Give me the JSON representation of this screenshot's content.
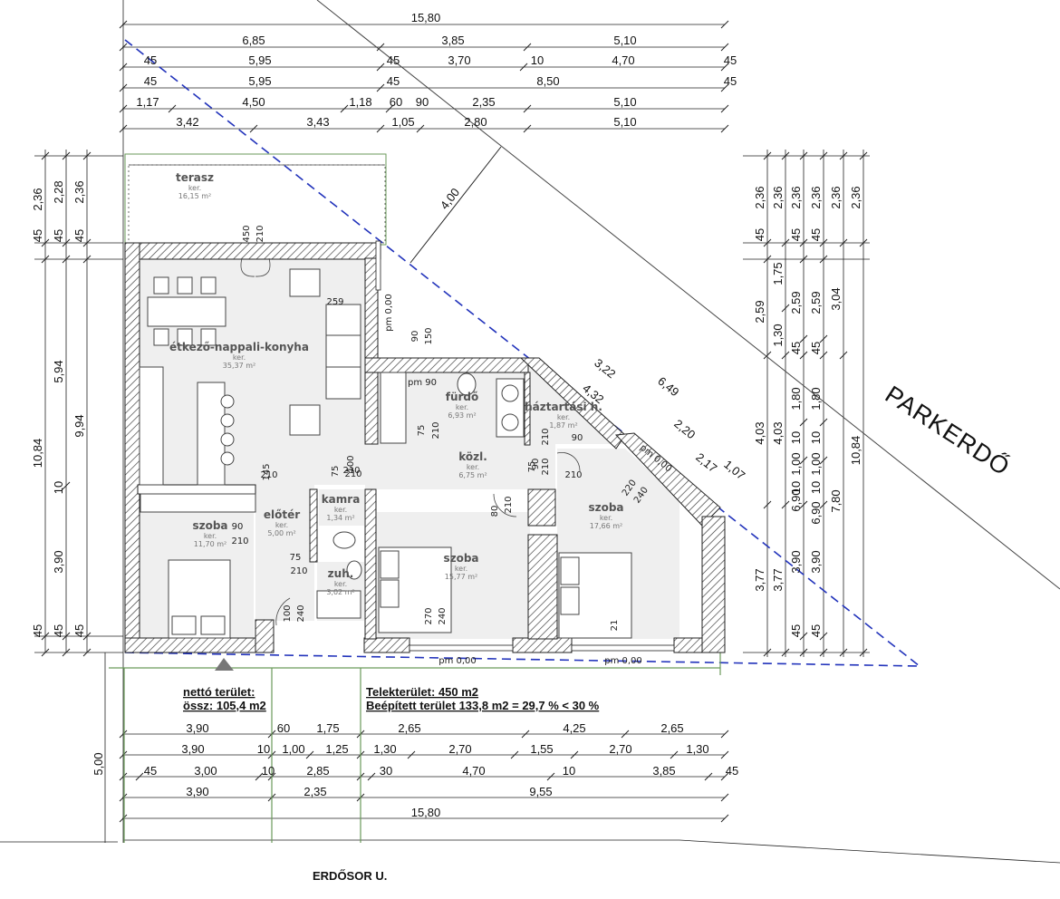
{
  "top_dimension_rows": [
    [
      "15,80"
    ],
    [
      "6,85",
      "3,85",
      "5,10"
    ],
    [
      "45",
      "5,95",
      "45",
      "3,70",
      "10",
      "4,70",
      "45"
    ],
    [
      "45",
      "5,95",
      "45",
      "8,50",
      "45"
    ],
    [
      "1,17",
      "4,50",
      "1,18",
      "60",
      "90",
      "2,35",
      "5,10"
    ],
    [
      "3,42",
      "3,43",
      "1,05",
      "2,80",
      "5,10"
    ]
  ],
  "bottom_dimension_rows": [
    [
      "3,90",
      "60",
      "1,75",
      "2,65",
      "4,25",
      "2,65"
    ],
    [
      "3,90",
      "10",
      "1,00",
      "1,25",
      "1,30",
      "2,70",
      "1,55",
      "2,70",
      "1,30"
    ],
    [
      "45",
      "3,00",
      "10",
      "2,85",
      "30",
      "4,70",
      "10",
      "3,85",
      "45"
    ],
    [
      "3,90",
      "2,35",
      "9,55"
    ],
    [
      "15,80"
    ]
  ],
  "left_dimension_columns": [
    [
      "2,36",
      "45",
      "10,84",
      "45"
    ],
    [
      "2,28",
      "45",
      "5,94",
      "10",
      "3,90",
      "45"
    ],
    [
      "2,36",
      "45",
      "9,94",
      "45"
    ]
  ],
  "right_dimension_columns": [
    [
      "2,36",
      "45",
      "2,59",
      "4,03",
      "3,77"
    ],
    [
      "2,36",
      "1,75",
      "1,30",
      "4,03",
      "3,77"
    ],
    [
      "2,36",
      "45",
      "2,59",
      "45",
      "1,80",
      "10",
      "1,00",
      "10",
      "6,90",
      "3,90",
      "45"
    ],
    [
      "2,36",
      "45",
      "2,59",
      "45",
      "1,80",
      "10",
      "1,00",
      "10",
      "6,90",
      "3,90",
      "45"
    ],
    [
      "2,36",
      "3,04",
      "7,80"
    ],
    [
      "2,36",
      "10,84"
    ]
  ],
  "diagonal_dimensions": [
    "4,00",
    "3,22",
    "4,32",
    "6,49",
    "2,20",
    "2,17",
    "1,07"
  ],
  "rooms": [
    {
      "name": "terasz",
      "sub": "ker.",
      "area": "16,15 m²"
    },
    {
      "name": "étkező-nappali-konyha",
      "sub": "ker.",
      "area": "35,37 m²"
    },
    {
      "name": "fürdő",
      "sub": "ker.",
      "area": "6,93 m²"
    },
    {
      "name": "háztartási h.",
      "sub": "ker.",
      "area": "1,87 m²"
    },
    {
      "name": "közl.",
      "sub": "ker.",
      "area": "6,75 m²"
    },
    {
      "name": "szoba",
      "sub": "ker.",
      "area": "17,66 m²"
    },
    {
      "name": "kamra",
      "sub": "ker.",
      "area": "1,34 m²"
    },
    {
      "name": "előtér",
      "sub": "ker.",
      "area": "5,00 m²"
    },
    {
      "name": "szoba",
      "sub": "ker.",
      "area": "11,70 m²"
    },
    {
      "name": "zuh.",
      "sub": "ker.",
      "area": "3,02 m²"
    },
    {
      "name": "szoba",
      "sub": "ker.",
      "area": "15,77 m²"
    }
  ],
  "opening_labels": [
    "450",
    "210",
    "259",
    "90",
    "150",
    "pm 0,00",
    "pm 90",
    "75",
    "210",
    "100",
    "210",
    "145",
    "210",
    "75",
    "210",
    "90",
    "210",
    "75",
    "210",
    "80",
    "210",
    "90",
    "210",
    "220",
    "240",
    "90",
    "210",
    "75",
    "210",
    "100",
    "240",
    "270",
    "240",
    "pm 0,00",
    "pm 0,00",
    "pm 0,00",
    "21"
  ],
  "info": {
    "net_area_title": "nettó terület:",
    "net_area_total": "össz: 105,4 m2",
    "plot_area": "Telekterület: 450 m2",
    "built_area": "Beépített terület 133,8 m2 = 29,7 % <  30 %"
  },
  "bottom_left_dim": "5,00",
  "parkerdo_label": "PARKERDŐ",
  "street_label": "ERDŐSOR U.",
  "colors": {
    "wall_hatch": "#333333",
    "floor_gray": "#efefef",
    "dash_line": "#2233bb",
    "green_line": "#6a9a5a"
  }
}
